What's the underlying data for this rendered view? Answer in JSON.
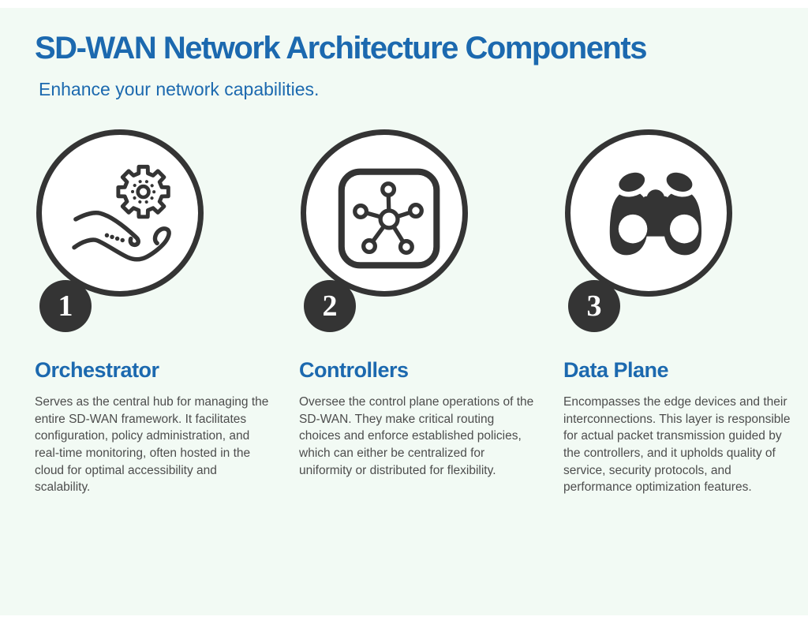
{
  "theme": {
    "accent_blue": "#1c69af",
    "icon_dark": "#343434",
    "body_text_gray": "#4d4d4d",
    "background_tint": "#f2faf4"
  },
  "header": {
    "title": "SD-WAN Network Architecture Components",
    "subtitle": "Enhance your network capabilities."
  },
  "components": [
    {
      "number": "1",
      "icon": "hand-gear-icon",
      "title": "Orchestrator",
      "description": "Serves as the central hub for managing the entire SD-WAN framework. It facilitates configuration, policy administration, and real-time monitoring, often hosted in the cloud for optimal accessibility and scalability."
    },
    {
      "number": "2",
      "icon": "network-hub-icon",
      "title": "Controllers",
      "description": "Oversee the control plane operations of the SD-WAN. They make critical routing choices and enforce established policies, which can either be centralized for uniformity or distributed for flexibility."
    },
    {
      "number": "3",
      "icon": "binoculars-icon",
      "title": "Data Plane",
      "description": "Encompasses the edge devices and their interconnections. This layer is responsible for actual packet transmission guided by the controllers, and it upholds quality of service, security protocols, and performance optimization features."
    }
  ]
}
